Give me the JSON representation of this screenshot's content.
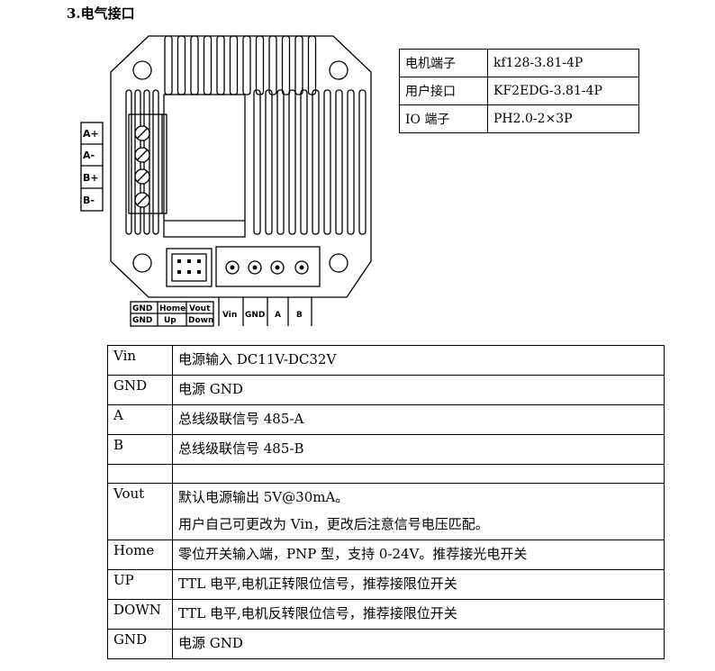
{
  "section_title": "3.电气接口",
  "spec_table": [
    {
      "key": "电机端子",
      "value": "kf128-3.81-4P"
    },
    {
      "key": "用户接口",
      "value": "KF2EDG-3.81-4P"
    },
    {
      "key": "IO 端子",
      "value": "PH2.0-2×3P"
    }
  ],
  "diagram": {
    "motor_pins": [
      "A+",
      "A-",
      "B+",
      "B-"
    ],
    "io_top": [
      "GND",
      "Home",
      "Vout"
    ],
    "io_bottom": [
      "GND",
      "Up",
      "Down"
    ],
    "user_pins": [
      "Vin",
      "GND",
      "A",
      "B"
    ]
  },
  "pin_table": [
    {
      "key": "Vin",
      "lines": [
        "电源输入 DC11V-DC32V"
      ]
    },
    {
      "key": "GND",
      "lines": [
        "电源 GND"
      ]
    },
    {
      "key": "A",
      "lines": [
        "总线级联信号 485-A"
      ]
    },
    {
      "key": "B",
      "lines": [
        "总线级联信号 485-B"
      ]
    },
    {
      "key": "",
      "lines": []
    },
    {
      "key": "Vout",
      "lines": [
        "默认电源输出 5V@30mA。",
        "用户自己可更改为 Vin，更改后注意信号电压匹配。"
      ]
    },
    {
      "key": "Home",
      "lines": [
        "零位开关输入端，PNP 型，支持 0-24V。推荐接光电开关"
      ]
    },
    {
      "key": "UP",
      "lines": [
        "TTL 电平,电机正转限位信号，推荐接限位开关"
      ]
    },
    {
      "key": "DOWN",
      "lines": [
        "TTL 电平,电机反转限位信号，推荐接限位开关"
      ]
    },
    {
      "key": "GND",
      "lines": [
        "电源 GND"
      ]
    }
  ]
}
